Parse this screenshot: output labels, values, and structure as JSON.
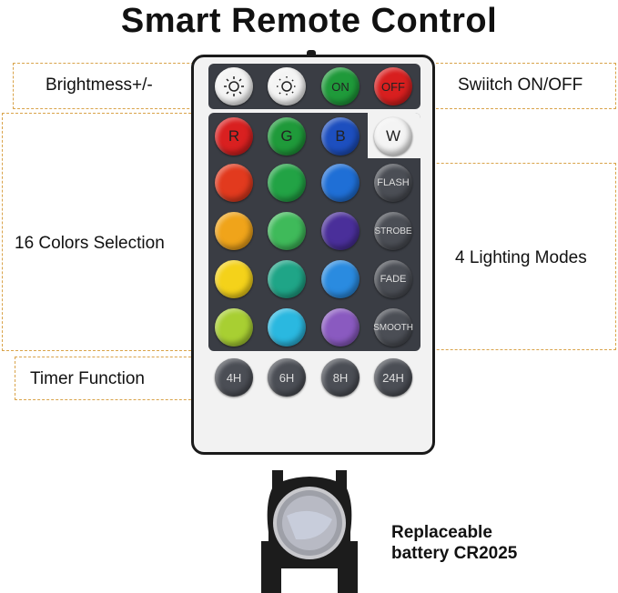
{
  "title": "Smart Remote Control",
  "callouts": {
    "brightness": "Brightmess+/-",
    "switch": "Swiitch ON/OFF",
    "colors": "16 Colors Selection",
    "modes": "4 Lighting Modes",
    "timer": "Timer Function"
  },
  "battery": {
    "line1": "Replaceable",
    "line2": "battery CR2025"
  },
  "buttons": {
    "on": "ON",
    "off": "OFF",
    "r": "R",
    "g": "G",
    "b": "B",
    "w": "W",
    "flash": "FLASH",
    "strobe": "STROBE",
    "fade": "FADE",
    "smooth": "SMOOTH",
    "t4": "4H",
    "t6": "6H",
    "t8": "8H",
    "t24": "24H"
  },
  "colors": {
    "accent_dashed": "#d9a34a",
    "remote_body": "#f2f2f2",
    "panel": "#3a3d44",
    "on_green": "#1f9a3a",
    "off_red": "#d81f1f"
  }
}
